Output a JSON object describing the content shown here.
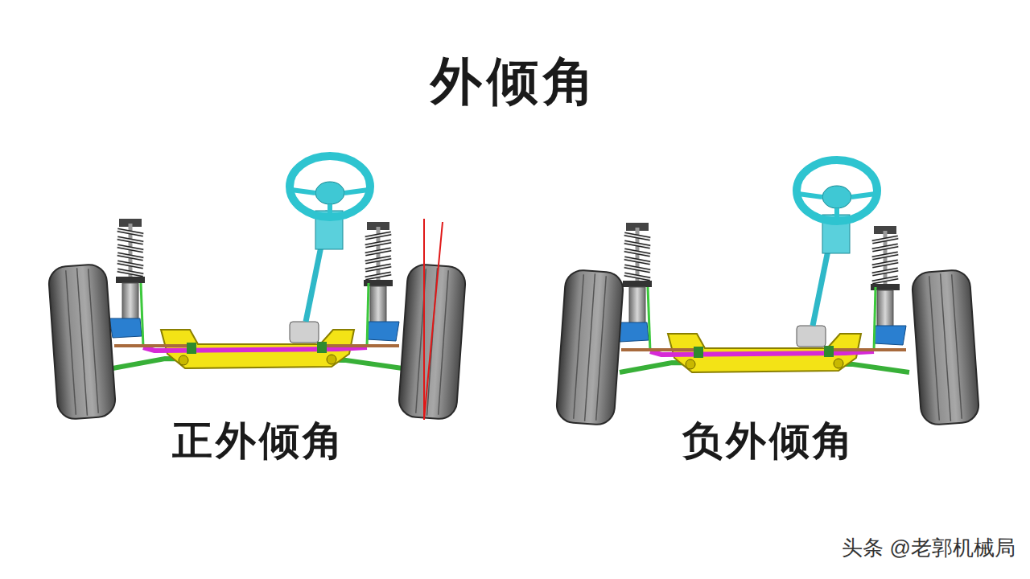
{
  "diagram": {
    "title": "外倾角",
    "labels": [
      "正外倾角",
      "负外倾角",
      "头条 @老郭机械局"
    ]
  }
}
